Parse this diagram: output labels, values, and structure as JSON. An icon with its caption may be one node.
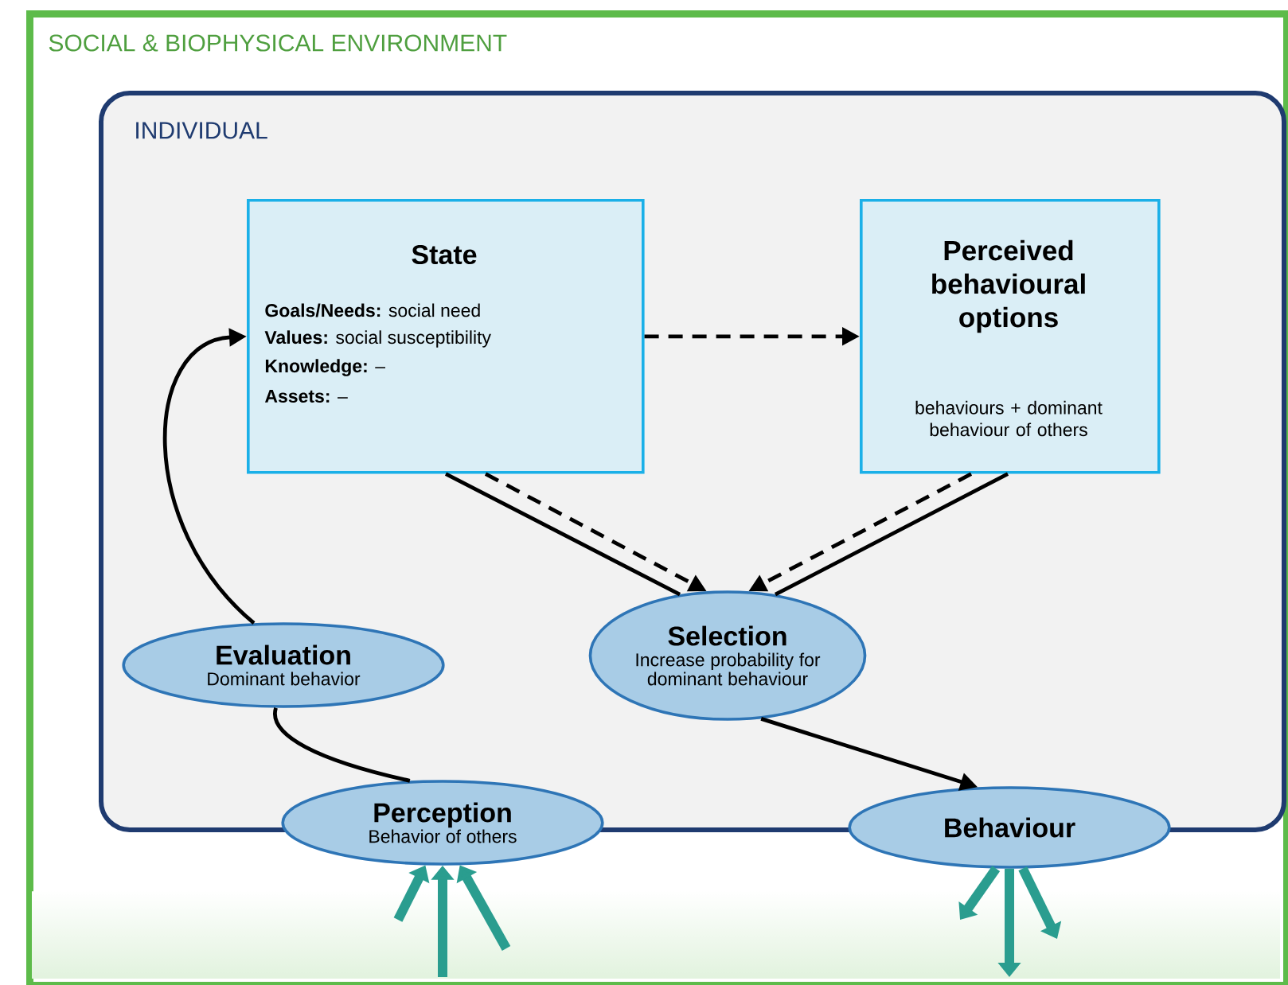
{
  "diagram": {
    "nodes": [
      {
        "text": [
          "SOCIAL & BIOPHYSICAL ENVIRONMENT"
        ]
      },
      {
        "text": [
          "INDIVIDUAL"
        ],
        "in": 0
      },
      {
        "text": [
          "State",
          "**Goals/Needs:** social need",
          "**Values:** social susceptibility",
          "**Knowledge:** –",
          "**Assets:** –"
        ],
        "in": 1
      },
      {
        "text": [
          "Perceived behavioural options",
          "behaviours + dominant behaviour of others"
        ],
        "in": 1
      },
      {
        "text": [
          "Evaluation",
          "Dominant behavior"
        ],
        "in": 1
      },
      {
        "text": [
          "Selection",
          "Increase probability for dominant behaviour"
        ],
        "in": 1
      },
      {
        "text": [
          "Perception",
          "Behavior of others"
        ],
        "in": 0
      },
      {
        "text": [
          "Behaviour"
        ],
        "in": 0
      }
    ],
    "edges": [
      {
        "from": 2,
        "to": 3,
        "arrow": "to",
        "style": "dashed"
      },
      {
        "from": 2,
        "to": 5,
        "arrow": "none"
      },
      {
        "from": 2,
        "to": 5,
        "arrow": "to",
        "style": "dashed"
      },
      {
        "from": 3,
        "to": 5,
        "arrow": "to",
        "style": "dashed"
      },
      {
        "from": 3,
        "to": 5,
        "arrow": "none"
      },
      {
        "from": 6,
        "to": 4,
        "arrow": "none"
      },
      {
        "from": 4,
        "to": 2,
        "arrow": "to"
      },
      {
        "from": 5,
        "to": 7,
        "arrow": "to"
      },
      {
        "from": null,
        "to": 6,
        "arrow": "to",
        "style": "thick",
        "color": "#2a9d8f"
      },
      {
        "from": null,
        "to": 6,
        "arrow": "to",
        "style": "thick",
        "color": "#2a9d8f"
      },
      {
        "from": null,
        "to": 6,
        "arrow": "to",
        "style": "thick",
        "color": "#2a9d8f"
      },
      {
        "from": 7,
        "to": null,
        "arrow": "to",
        "style": "thick",
        "color": "#2a9d8f"
      },
      {
        "from": 7,
        "to": null,
        "arrow": "to",
        "style": "thick",
        "color": "#2a9d8f"
      },
      {
        "from": 7,
        "to": null,
        "arrow": "to",
        "style": "thick",
        "color": "#2a9d8f"
      }
    ]
  }
}
